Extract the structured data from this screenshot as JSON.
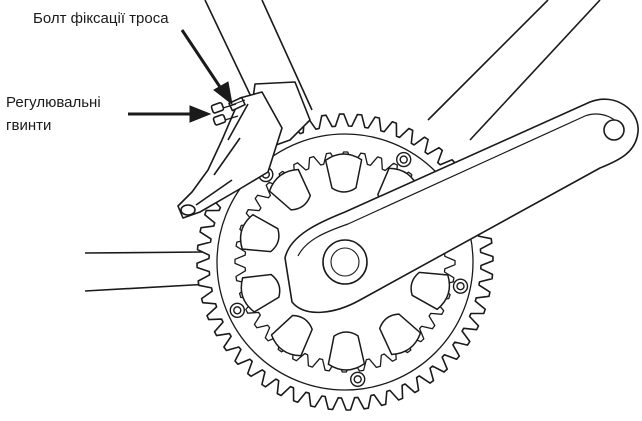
{
  "labels": {
    "cable_bolt": "Болт фіксації троса",
    "adjust_line1": "Регулювальні",
    "adjust_line2": "гвинти"
  },
  "colors": {
    "line": "#1a1a1a",
    "background": "#ffffff"
  },
  "chainring_teeth": 52,
  "inner_ring_teeth": 40
}
